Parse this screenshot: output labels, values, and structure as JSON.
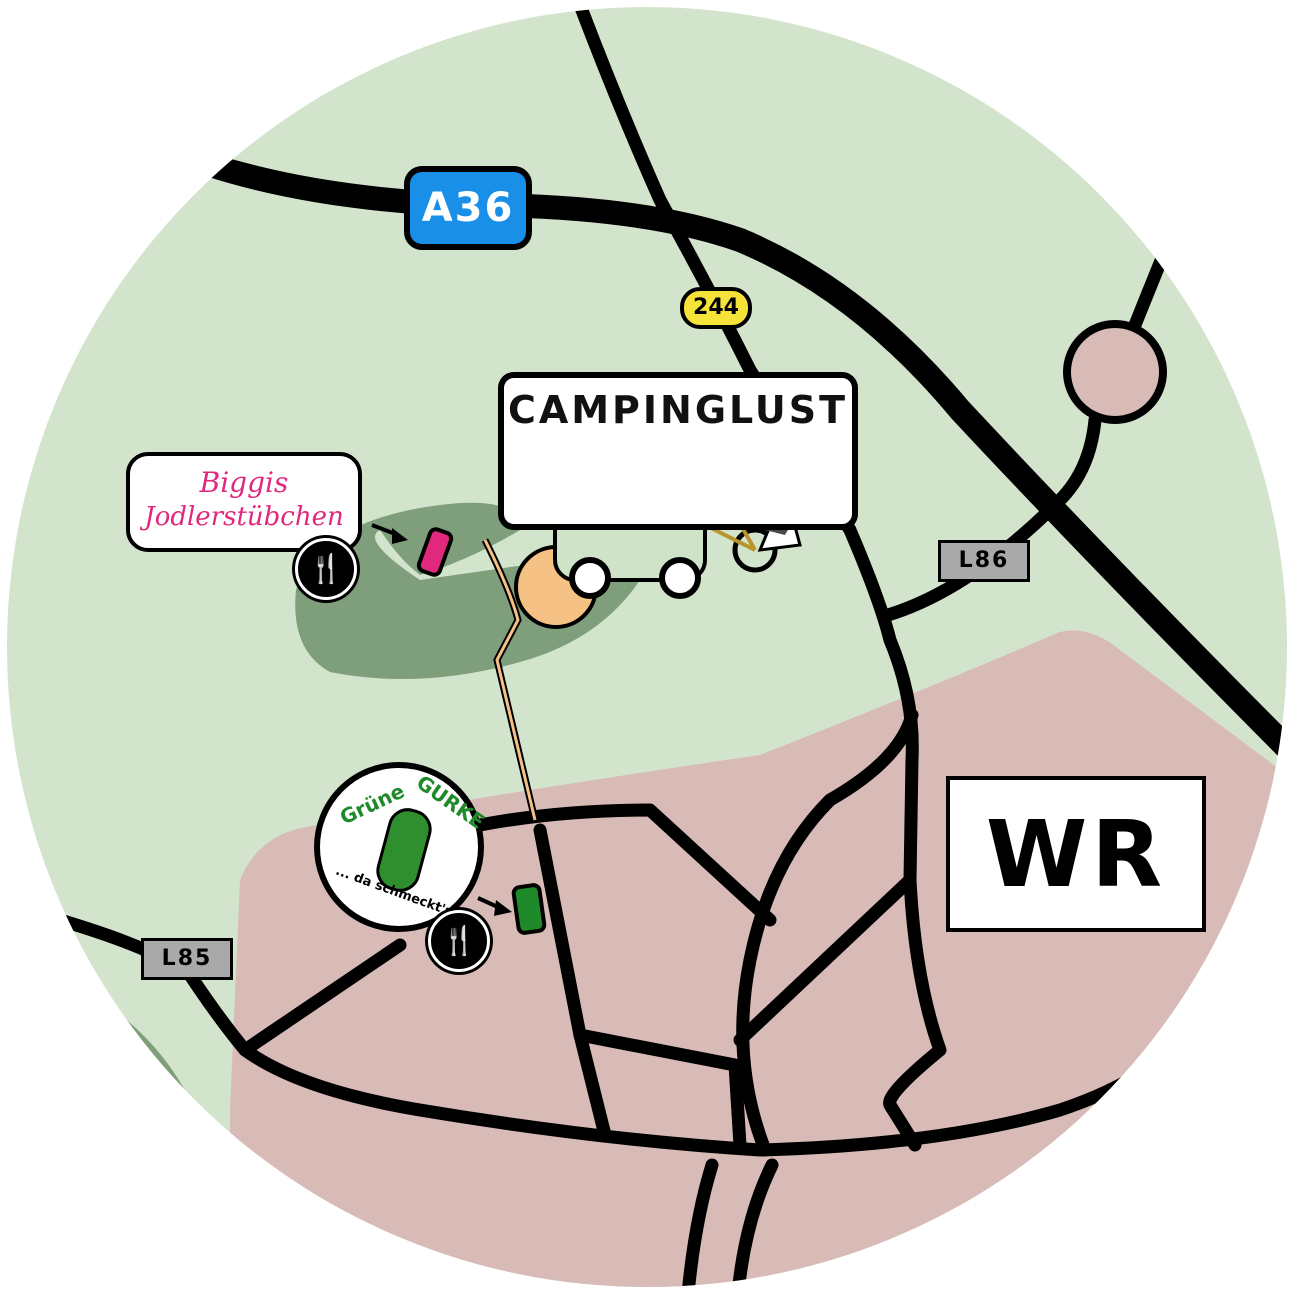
{
  "map": {
    "colors": {
      "rural": "#d3e4cc",
      "urban": "#d8bbb6",
      "forest": "#7f9e7b",
      "campsite": "#f5c185",
      "motorway": "#1a8fe8",
      "federal_road": "#f6e33a",
      "state_road": "#a9a9a9",
      "restaurant_biggis": "#e0287d",
      "restaurant_gurke": "#1e8a2a"
    },
    "roads": {
      "motorway": "A36",
      "federal": "244",
      "state_1": "L86",
      "state_2": "L85"
    },
    "campsite": {
      "name": "CAMPINGLUST"
    },
    "district": {
      "code": "WR"
    },
    "restaurants": [
      {
        "name": "Biggis Jodlerstübchen",
        "line1": "Biggis",
        "line2": "Jodlerstübchen",
        "icon": "cutlery-icon"
      },
      {
        "name": "Grüne Gurke",
        "line1": "Grüne",
        "line2": "GURKE",
        "slogan": "... da schmeckt's !",
        "icon": "cutlery-icon"
      }
    ]
  }
}
